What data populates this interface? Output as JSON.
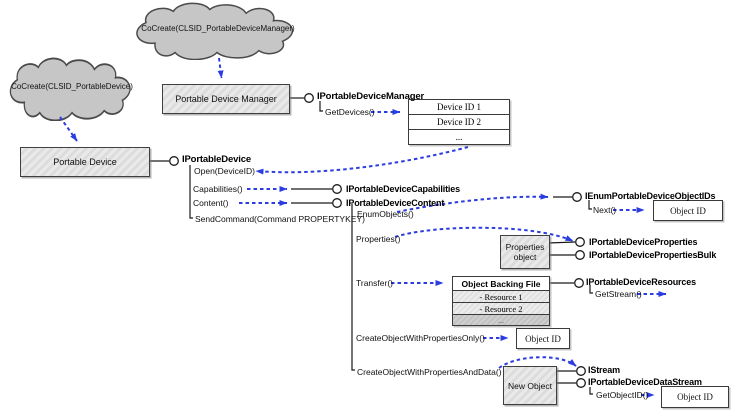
{
  "diagram": {
    "clouds": [
      {
        "label": "CoCreate(CLSID_PortableDeviceManager)"
      },
      {
        "label": "CoCreate(CLSID_PortableDevice)"
      }
    ],
    "manager": {
      "box_label": "Portable Device Manager",
      "interface": "IPortableDeviceManager",
      "method": "GetDevices()",
      "device_list": [
        "Device ID 1",
        "Device ID 2",
        "..."
      ]
    },
    "device": {
      "box_label": "Portable Device",
      "interface": "IPortableDevice",
      "methods": [
        "Open(DeviceID)",
        "Capabilities()",
        "Content()",
        "SendCommand(Command PROPERTYKEY)"
      ]
    },
    "capabilities": {
      "interface": "IPortableDeviceCapabilities"
    },
    "content": {
      "interface": "IPortableDeviceContent",
      "methods": [
        "EnumObjects()",
        "Properties()",
        "Transfer()",
        "CreateObjectWithPropertiesOnly()",
        "CreateObjectWithPropertiesAndData()"
      ]
    },
    "enum": {
      "interface": "IEnumPortableDeviceObjectIDs",
      "method": "Next()",
      "result": "Object ID"
    },
    "properties": {
      "box_line1": "Properties",
      "box_line2": "object",
      "interface1": "IPortableDeviceProperties",
      "interface2": "IPortableDevicePropertiesBulk"
    },
    "resources": {
      "box_title": "Object Backing File",
      "rows": [
        "- Resource 1",
        "- Resource 2",
        "..."
      ],
      "interface": "IPortableDeviceResources",
      "method": "GetStream()"
    },
    "create_only": {
      "result": "Object ID"
    },
    "create_data": {
      "box_label": "New Object",
      "interface1": "IStream",
      "interface2": "IPortableDeviceDataStream",
      "method": "GetObjectID()",
      "result": "Object ID"
    },
    "colors": {
      "arrow_blue": "#2b3ce0",
      "box_fill": "#e2e2e2",
      "cloud_fill": "#c6c6c6",
      "outline": "#3f3f3f"
    }
  }
}
